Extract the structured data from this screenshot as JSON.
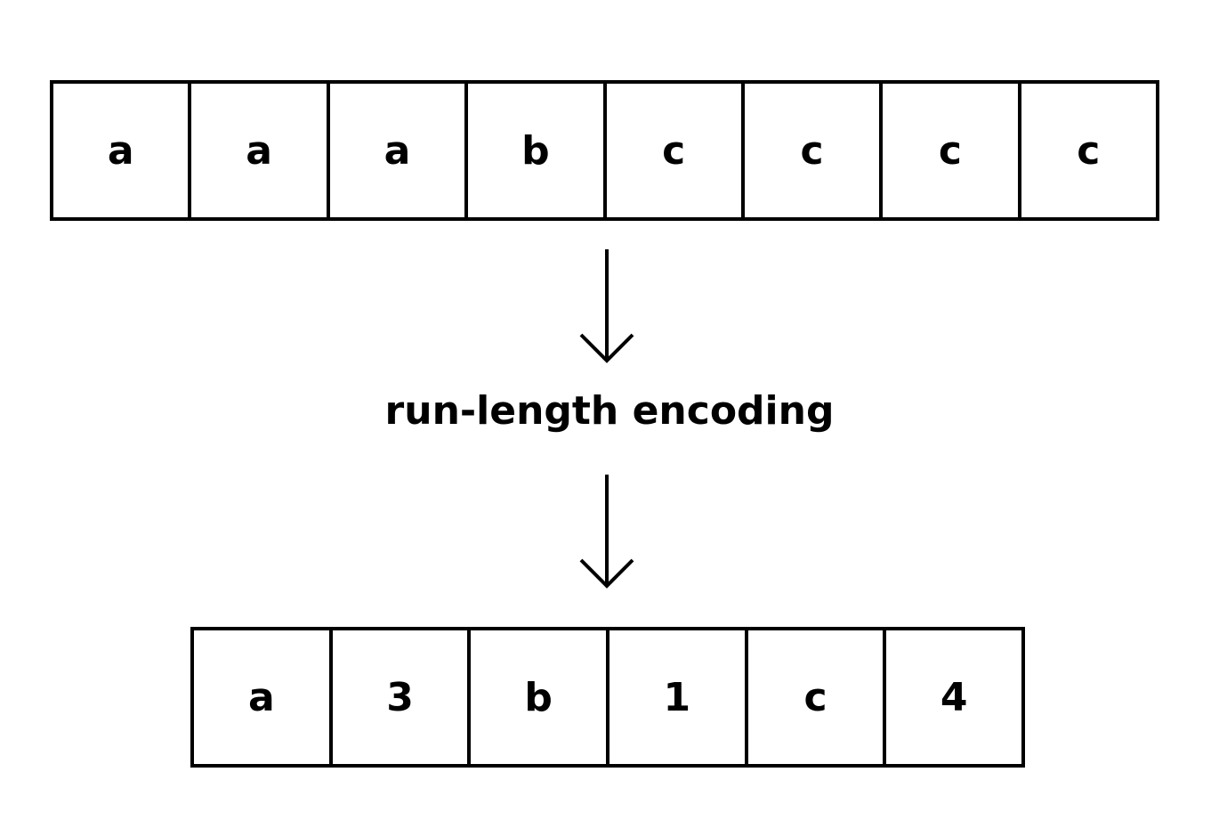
{
  "input_sequence": [
    "a",
    "a",
    "a",
    "b",
    "c",
    "c",
    "c",
    "c"
  ],
  "caption": "run-length encoding",
  "encoded_sequence": [
    "a",
    "3",
    "b",
    "1",
    "c",
    "4"
  ],
  "colors": {
    "stroke": "#000000",
    "background": "#ffffff"
  }
}
